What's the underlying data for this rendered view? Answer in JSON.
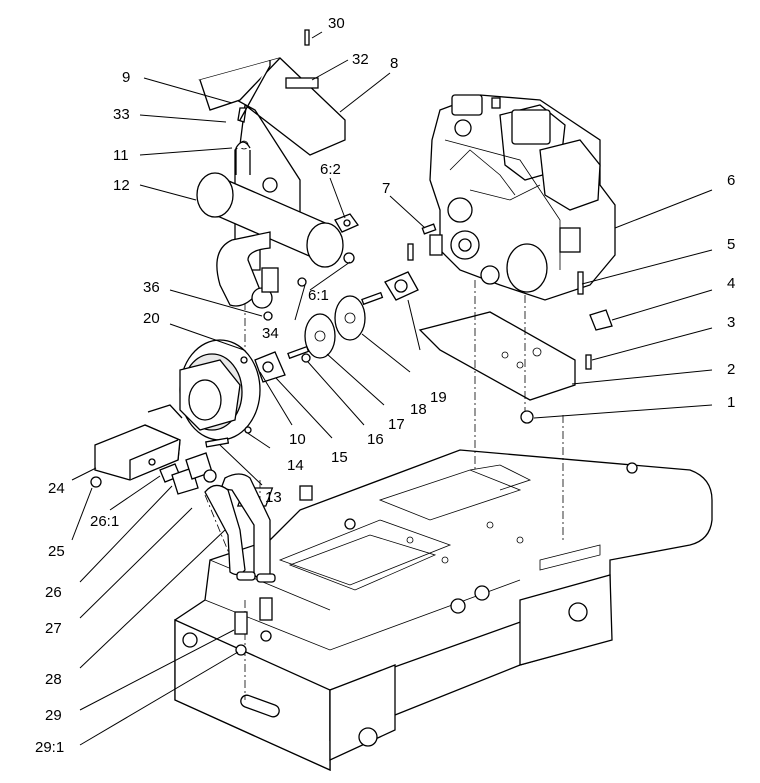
{
  "callouts": [
    {
      "id": "c30",
      "text": "30"
    },
    {
      "id": "c32",
      "text": "32"
    },
    {
      "id": "c8",
      "text": "8"
    },
    {
      "id": "c9",
      "text": "9"
    },
    {
      "id": "c33",
      "text": "33"
    },
    {
      "id": "c11",
      "text": "11"
    },
    {
      "id": "c12",
      "text": "12"
    },
    {
      "id": "c6_2",
      "text": "6:2"
    },
    {
      "id": "c7",
      "text": "7"
    },
    {
      "id": "c6",
      "text": "6"
    },
    {
      "id": "c5",
      "text": "5"
    },
    {
      "id": "c4",
      "text": "4"
    },
    {
      "id": "c3",
      "text": "3"
    },
    {
      "id": "c2",
      "text": "2"
    },
    {
      "id": "c1",
      "text": "1"
    },
    {
      "id": "c36",
      "text": "36"
    },
    {
      "id": "c6_1",
      "text": "6:1"
    },
    {
      "id": "c34",
      "text": "34"
    },
    {
      "id": "c20",
      "text": "20"
    },
    {
      "id": "c19",
      "text": "19"
    },
    {
      "id": "c18",
      "text": "18"
    },
    {
      "id": "c17",
      "text": "17"
    },
    {
      "id": "c16",
      "text": "16"
    },
    {
      "id": "c15",
      "text": "15"
    },
    {
      "id": "c10",
      "text": "10"
    },
    {
      "id": "c14",
      "text": "14"
    },
    {
      "id": "c13",
      "text": "13"
    },
    {
      "id": "c24",
      "text": "24"
    },
    {
      "id": "c25",
      "text": "25"
    },
    {
      "id": "c26_1",
      "text": "26:1"
    },
    {
      "id": "c26",
      "text": "26"
    },
    {
      "id": "c27",
      "text": "27"
    },
    {
      "id": "c28",
      "text": "28"
    },
    {
      "id": "c29",
      "text": "29"
    },
    {
      "id": "c29_1",
      "text": "29:1"
    }
  ]
}
